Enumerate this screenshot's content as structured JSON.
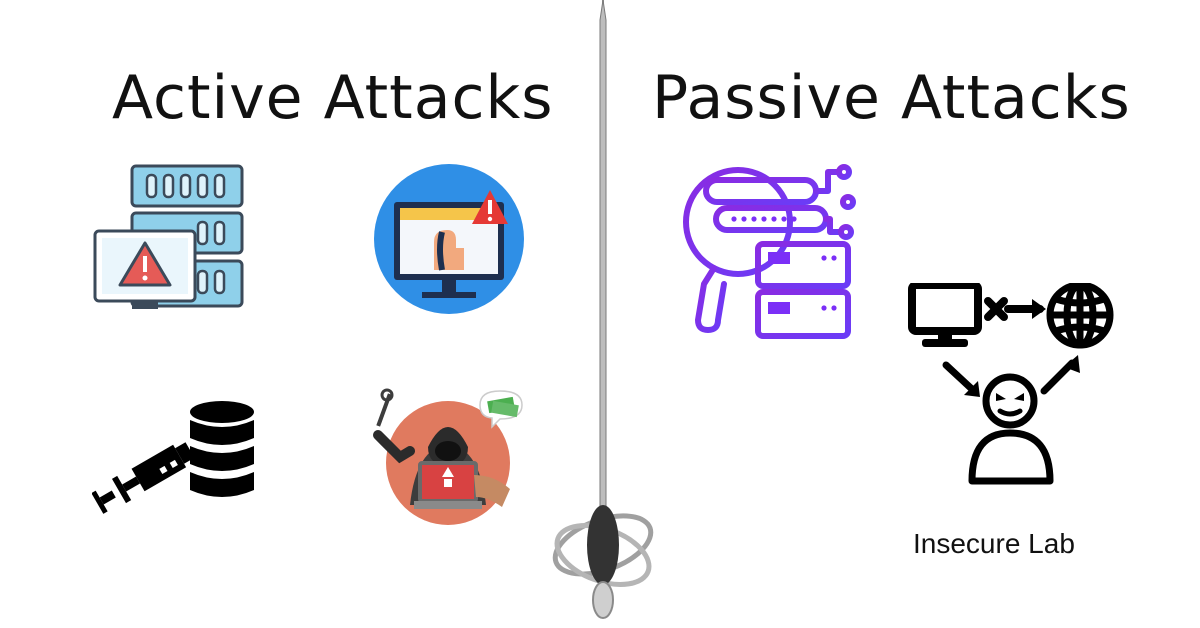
{
  "headings": {
    "active": "Active Attacks",
    "passive": "Passive Attacks"
  },
  "watermark": "Insecure Lab",
  "icons": {
    "active": [
      "server-warning-icon",
      "monitor-phishing-icon",
      "sql-injection-icon",
      "ransomware-hacker-icon"
    ],
    "passive": [
      "server-inspection-icon",
      "man-in-the-middle-icon"
    ]
  },
  "colors": {
    "server_blue": "#7fc6e6",
    "warning_red": "#e55b57",
    "circle_blue": "#2f8fe6",
    "hacker_orange": "#e07a5f",
    "purple": "#7b2ff7"
  }
}
